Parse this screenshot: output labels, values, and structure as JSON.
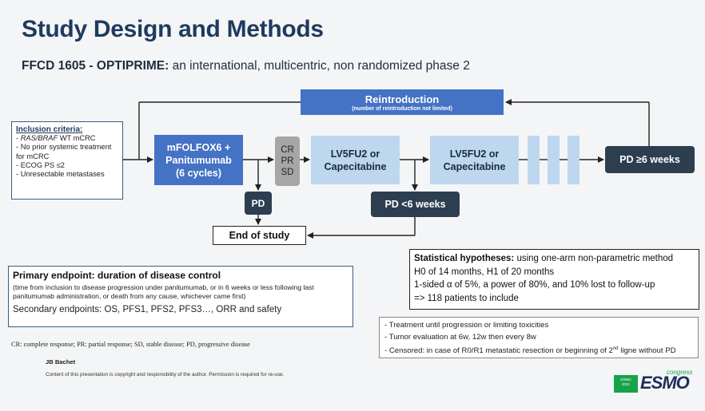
{
  "title": "Study Design and Methods",
  "subtitle": {
    "bold": "FFCD 1605 - OPTIPRIME:",
    "rest": " an international, multicentric, non randomized phase 2"
  },
  "reintroduction": {
    "label": "Reintroduction",
    "note": "(number of reintroduction not limited)"
  },
  "inclusion": {
    "heading": "Inclusion criteria:",
    "items": [
      {
        "italic": "RAS/BRAF",
        "rest": " WT mCRC"
      },
      {
        "italic": "",
        "rest": "No prior systemic treatment for mCRC"
      },
      {
        "italic": "",
        "rest": "ECOG PS ≤2"
      },
      {
        "italic": "",
        "rest": "Unresectable metastases"
      }
    ]
  },
  "flow": {
    "induction": [
      "mFOLFOX6 +",
      "Panitumumab",
      "(6 cycles)"
    ],
    "response": [
      "CR",
      "PR",
      "SD"
    ],
    "maintenance1": [
      "LV5FU2 or",
      "Capecitabine"
    ],
    "maintenance2": [
      "LV5FU2 or",
      "Capecitabine"
    ],
    "pd_ge6": "PD ≥6 weeks",
    "pd": "PD",
    "pd_lt6": "PD <6 weeks",
    "end_of_study": "End of study"
  },
  "primary": {
    "heading": "Primary endpoint: duration of disease control",
    "detail": "(time from inclusion to disease progression under panitumumab, or in 6 weeks or less following last panitumumab administration, or death from any cause, whichever came first)",
    "secondary": "Secondary endpoints: OS, PFS1, PFS2, PFS3…, ORR and safety"
  },
  "statistical": {
    "heading": "Statistical hypotheses:",
    "heading_rest": " using one-arm non-parametric method",
    "lines": [
      "H0 of 14 months, H1 of 20 months",
      "1-sided α of 5%, a power of 80%, and 10% lost to follow-up",
      "=> 118 patients to include"
    ]
  },
  "notes": {
    "line1": "- Treatment until progression or limiting toxicities",
    "line2": "- Tumor evaluation at 6w, 12w then every 8w",
    "line3_before": "- Censored: in case of R0/R1 metastatic resection or beginning of 2",
    "line3_sup": "nd",
    "line3_after": " ligne without PD"
  },
  "abbreviations": "CR: complete response; PR: partial response; SD, stable disease; PD, progressive disease",
  "author": "JB Bachet",
  "copyright": "Content of this presentation is copyright and responsibility of the author. Permission is required for re-use.",
  "logo": {
    "badge_lines": [
      "ESMO",
      "2021"
    ],
    "word": "ESMO",
    "congress": "congress"
  },
  "colors": {
    "title": "#1f3a5f",
    "blue_dark": "#4472c4",
    "blue_light": "#bdd7ee",
    "navy": "#2c3e50",
    "gray": "#a6a6a6",
    "esmo_green": "#16a34a"
  }
}
